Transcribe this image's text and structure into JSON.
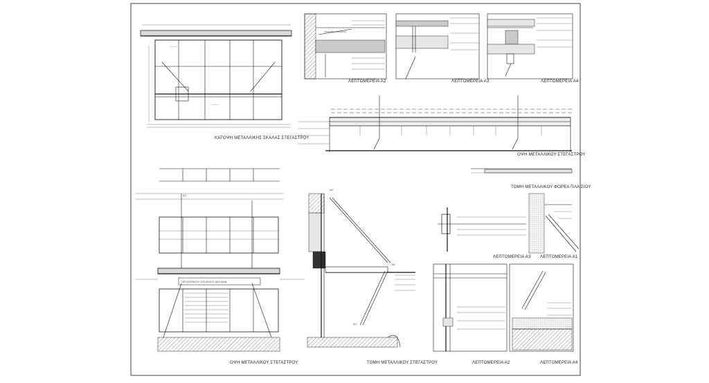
{
  "sheet": {
    "titles": {
      "plan": "ΚΑΤΟΨΗ ΜΕΤΑΛΛΙΚΗΣ ΣΚΑΛΑΣ ΣΤΕΓΑΣΤΡΟΥ",
      "elevation": "ΟΨΗ ΜΕΤΑΛΛΙΚΟΥ ΣΤΕΓΑΣΤΡΟΥ",
      "section_frame": "ΤΟΜΗ ΜΕΤΑΛΛΙΚΟΥ ΦΟΡΕΑ ΠΛΑΙΣΙΟΥ",
      "front_view": "ΟΨΗ ΜΕΤΑΛΛΙΚΟΥ ΣΤΕΓΑΣΤΡΟΥ",
      "section": "ΤΟΜΗ ΜΕΤΑΛΛΙΚΟΥ ΣΤΕΓΑΣΤΡΟΥ",
      "detail_a2_top": "ΛΕΠΤΟΜΕΡΕΙΑ Α2",
      "detail_a3_top": "ΛΕΠΤΟΜΕΡΕΙΑ Α3",
      "detail_a4_top": "ΛΕΠΤΟΜΕΡΕΙΑ Α4",
      "detail_a3_mid": "ΛΕΠΤΟΜΕΡΕΙΑ Α3",
      "detail_a1_mid": "ΛΕΠΤΟΜΕΡΕΙΑ Α1",
      "detail_a2_bot": "ΛΕΠΤΟΜΕΡΕΙΑ Α2",
      "detail_a4_bot": "ΛΕΠΤΟΜΕΡΕΙΑ Α4"
    },
    "banner": "ΠΡΟΣΩΠΙΚΟΥ ΣΧΟΛΕΙΟΥ ΔΕΛΦΩΝ",
    "tags": [
      "A1",
      "A2",
      "A3",
      "A4"
    ]
  }
}
